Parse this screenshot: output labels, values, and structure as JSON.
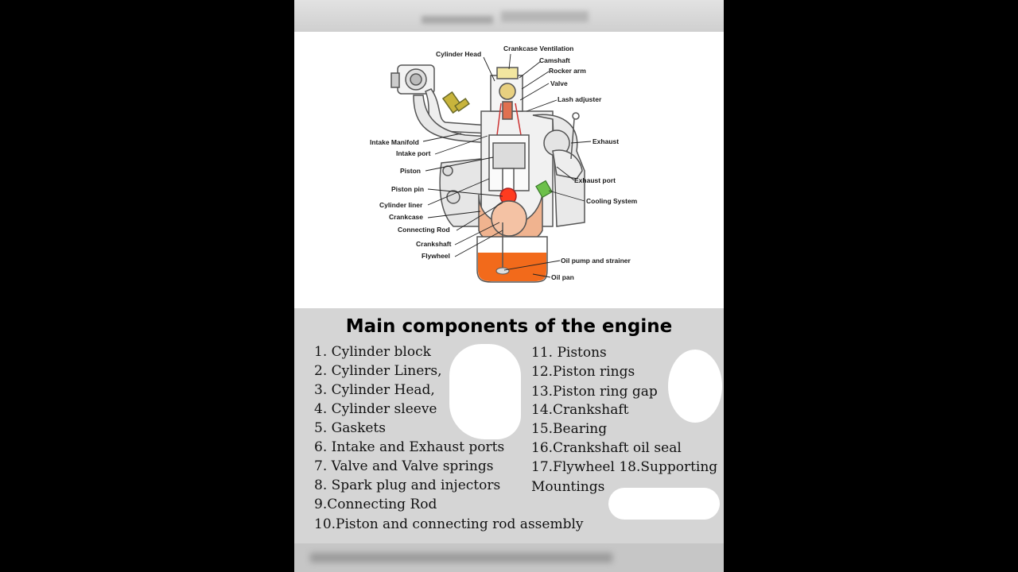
{
  "diagram": {
    "labels": {
      "cylinder_head": "Cylinder Head",
      "crankcase_ventilation": "Crankcase Ventilation",
      "camshaft": "Camshaft",
      "rocker_arm": "Rocker arm",
      "valve": "Valve",
      "lash_adjuster": "Lash adjuster",
      "intake_manifold": "Intake Manifold",
      "intake_port": "Intake port",
      "exhaust": "Exhaust",
      "piston": "Piston",
      "exhaust_port": "Exhaust port",
      "piston_pin": "Piston pin",
      "cooling_system": "Cooling System",
      "cylinder_liner": "Cylinder liner",
      "crankcase": "Crankcase",
      "connecting_rod": "Connecting Rod",
      "crankshaft": "Crankshaft",
      "flywheel": "Flywheel",
      "oil_pump_and_strainer": "Oil pump and strainer",
      "oil_pan": "Oil pan"
    },
    "colors": {
      "oil": "#f26a1b",
      "piston_head": "#ff3b1f",
      "intake_pipe": "#eeeeee"
    }
  },
  "list": {
    "title": "Main components of the engine",
    "left_items": [
      "1. Cylinder block",
      "2. Cylinder Liners,",
      "3. Cylinder Head,",
      "4. Cylinder sleeve",
      "5. Gaskets",
      "6. Intake and Exhaust ports",
      "7. Valve and Valve springs",
      "8. Spark plug and injectors",
      "9.Connecting Rod",
      "10.Piston and connecting rod assembly"
    ],
    "right_items": [
      "11. Pistons",
      "12.Piston rings",
      "13.Piston ring gap",
      "14.Crankshaft",
      "15.Bearing",
      "16.Crankshaft oil seal",
      "17.Flywheel 18.Supporting",
      "Mountings"
    ]
  }
}
